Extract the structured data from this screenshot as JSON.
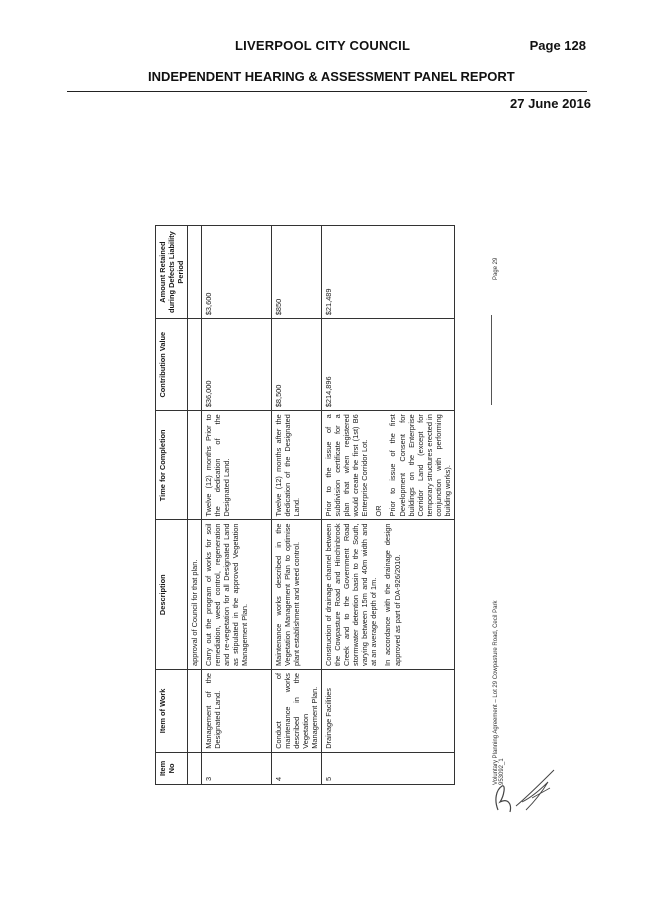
{
  "header": {
    "council": "LIVERPOOL CITY COUNCIL",
    "page": "Page 128",
    "report_title": "INDEPENDENT HEARING & ASSESSMENT PANEL REPORT",
    "date": "27 June 2016"
  },
  "table": {
    "columns": [
      "Item No",
      "Item of Work",
      "Description",
      "Time for Completion",
      "Contribution Value",
      "Amount Retained during Defects Liability Period"
    ],
    "rows": [
      {
        "no": "",
        "item": "",
        "description": "approval of Council for that plan.",
        "time": "",
        "value": "",
        "amount": ""
      },
      {
        "no": "3",
        "item": "Management of the Designated Land.",
        "description": "Carry out the program of works for soil remediation, weed control, regeneration and re-vegetation for all Designated Land as stipulated in the approved Vegetation Management Plan.",
        "time": "Twelve (12) months Prior to the dedication of the Designated Land.",
        "value": "$36,000",
        "amount": "$3,600"
      },
      {
        "no": "4",
        "item": "Conduct of maintenance works described in the Vegetation Management Plan.",
        "description": "Maintenance works described in the Vegetation Management Plan to optimise plant establishment and weed control.",
        "time": "Twelve (12) months after the dedication of the Designated Land.",
        "value": "$8,500",
        "amount": "$850"
      },
      {
        "no": "5",
        "item": "Drainage Facilities",
        "description": "Construction of drainage channel between the Cowpasture Road and Hinchinbrook Creek and to the Government Road stormwater detention basin to the South, varying between 15m and 40m width and at an average depth of 1m.",
        "description2": "In accordance with the drainage design approved as part of DA-926/2010.",
        "time": "Prior to the issue of a subdivision certificate for a plan that when registered would create the first (1st) B6 Enterprise Corridor Lot.",
        "time_or": "OR",
        "time2": "Prior to issue of the first Development Consent for buildings on the Enterprise Corridor Land (except for temporary structures erected in conjunction with performing building works).",
        "value": "$214,896",
        "amount": "$21,489"
      }
    ]
  },
  "footer": {
    "left_line1": "Voluntary Planning Agreement – Lot 29 Cowpasture Road, Cecil Park",
    "left_line2": "953092_1",
    "right": "Page 29"
  }
}
